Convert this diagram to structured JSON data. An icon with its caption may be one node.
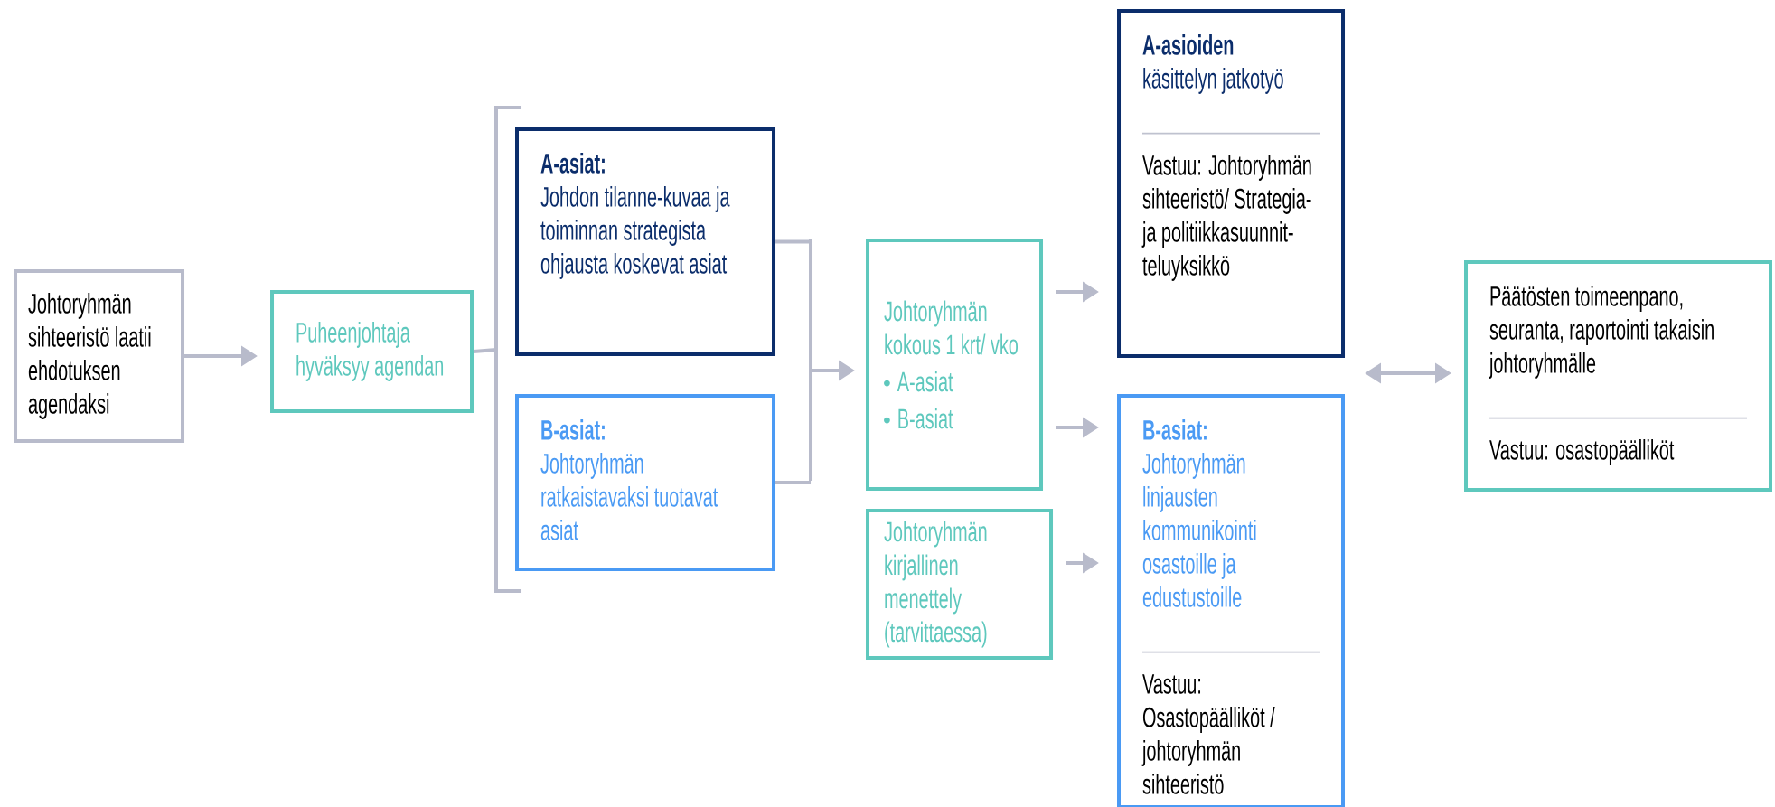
{
  "diagram": {
    "nodes": [
      {
        "text": [
          "Johtoryhmän sihteeristö laatii ehdotuksen agendaksi"
        ]
      },
      {
        "text": [
          "Puheenjohtaja hyväksyy agendan"
        ]
      },
      {
        "text": [
          "A-asiat:",
          "Johdon tilanne-kuvaa ja toiminnan strategista ohjausta koskevat asiat"
        ]
      },
      {
        "text": [
          "B-asiat:",
          "Johtoryhmän ratkaistavaksi tuotavat asiat"
        ]
      },
      {
        "text": [
          "Johtoryhmän kokous 1 krt/ vko",
          "A-asiat",
          "B-asiat"
        ]
      },
      {
        "text": [
          "Johtoryhmän kirjallinen menettely (tarvittaessa)"
        ]
      },
      {
        "text": [
          "A-asioiden",
          "käsittelyn jatkotyö",
          "Vastuu: Johtoryhmän sihteeristö/ Strategia- ja politiikkasuunnit-teluyksikkö"
        ]
      },
      {
        "text": [
          "B-asiat:",
          "Johtoryhmän linjausten kommunikointi osastoille ja edustustoille",
          "Vastuu: Osastopäälliköt / johtoryhmän sihteeristö"
        ]
      },
      {
        "text": [
          "Päätösten toimeenpano, seuranta, raportointi takaisin johtoryhmälle",
          "Vastuu: osastopäälliköt"
        ]
      }
    ],
    "edges": [
      {
        "from": 0,
        "to": 1,
        "arrow": "to"
      },
      {
        "from": 1,
        "to": 2,
        "arrow": "none"
      },
      {
        "from": 1,
        "to": 3,
        "arrow": "none"
      },
      {
        "from": 2,
        "to": 4,
        "arrow": "to"
      },
      {
        "from": 3,
        "to": 4,
        "arrow": "to"
      },
      {
        "from": 4,
        "to": 6,
        "arrow": "to"
      },
      {
        "from": 4,
        "to": 7,
        "arrow": "to"
      },
      {
        "from": 5,
        "to": 7,
        "arrow": "to"
      },
      {
        "from": null,
        "to": 8,
        "arrow": "both"
      }
    ]
  }
}
